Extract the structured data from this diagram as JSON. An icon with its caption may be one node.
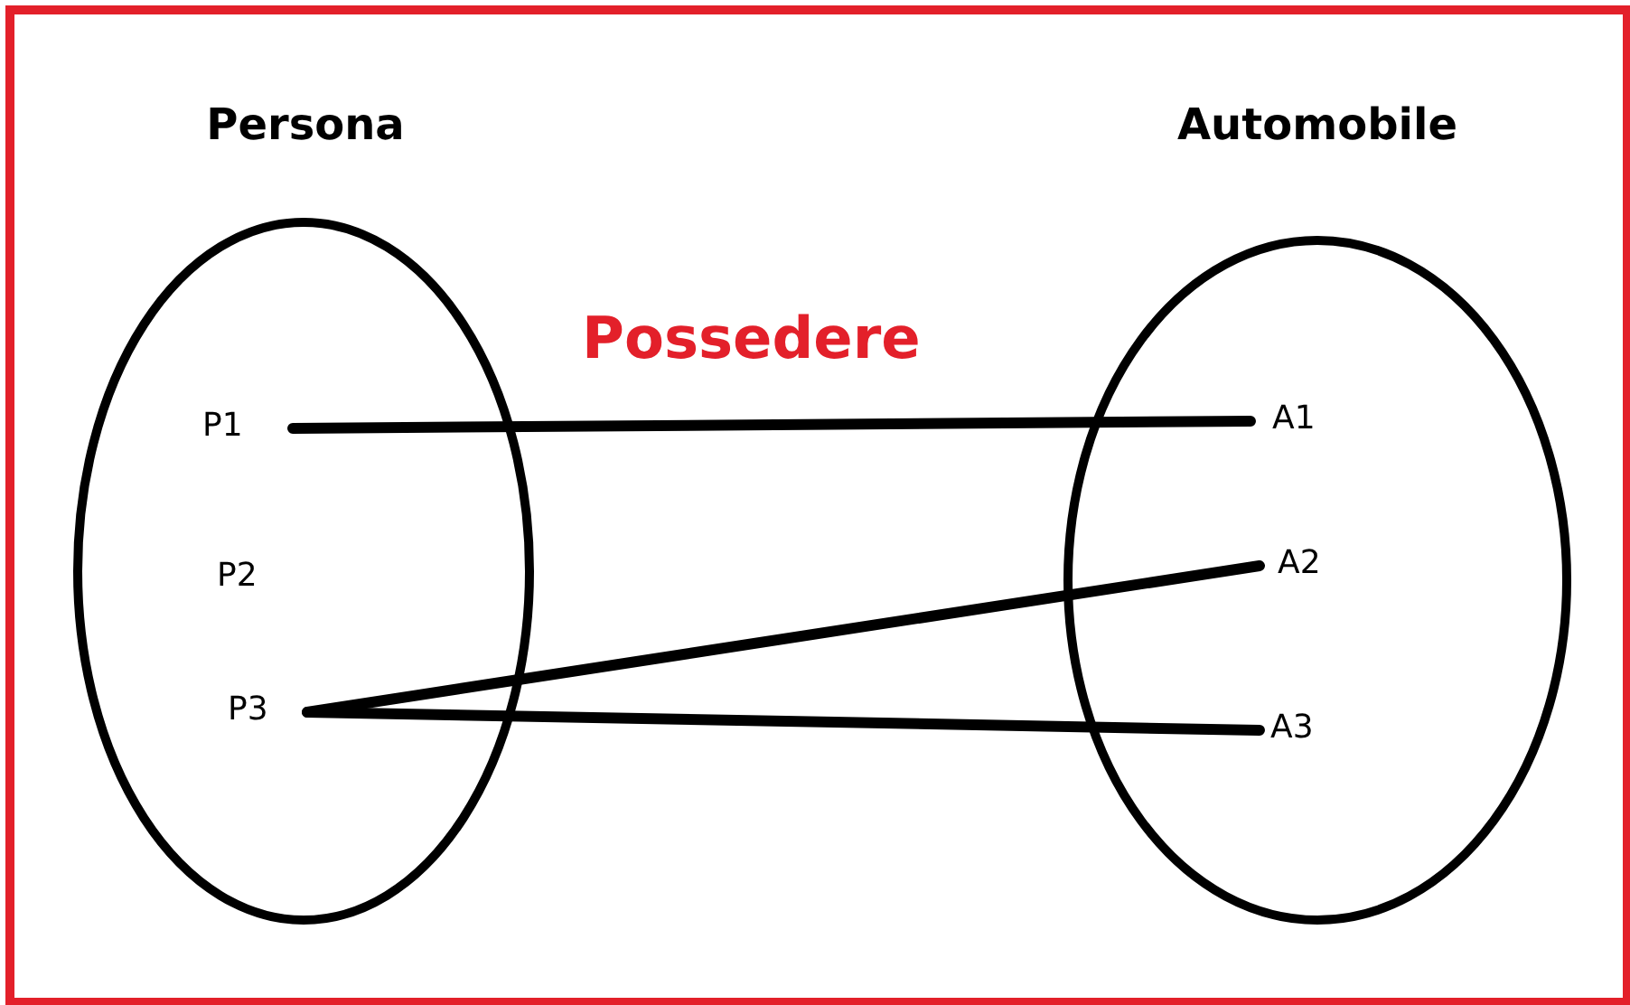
{
  "diagram": {
    "nodes": [
      {
        "text": [
          "Persona"
        ]
      },
      {
        "text": [
          "P1"
        ],
        "in": 0
      },
      {
        "text": [
          "P2"
        ],
        "in": 0
      },
      {
        "text": [
          "P3"
        ],
        "in": 0
      },
      {
        "text": [
          "Automobile"
        ]
      },
      {
        "text": [
          "A1"
        ],
        "in": 4
      },
      {
        "text": [
          "A2"
        ],
        "in": 4
      },
      {
        "text": [
          "A3"
        ],
        "in": 4
      }
    ],
    "edges": [
      {
        "from": 1,
        "to": 5,
        "arrow": "none"
      },
      {
        "from": 3,
        "to": 6,
        "arrow": "none"
      },
      {
        "from": 3,
        "to": 7,
        "arrow": "none"
      }
    ],
    "labels": [
      "Possedere"
    ]
  }
}
